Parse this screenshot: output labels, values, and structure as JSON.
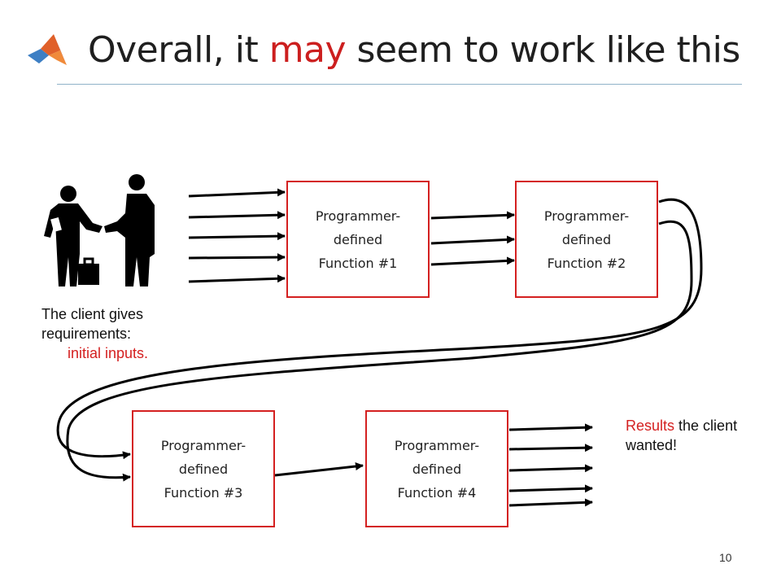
{
  "title": {
    "before": "Overall, it ",
    "highlight": "may",
    "after": " seem to work like this"
  },
  "logo": {
    "icon": "matlab-logo-icon"
  },
  "client_image": {
    "icon": "handshake-people-icon"
  },
  "functions": [
    {
      "line1": "Programmer-",
      "line2": "defined",
      "line3": "Function #1"
    },
    {
      "line1": "Programmer-",
      "line2": "defined",
      "line3": "Function #2"
    },
    {
      "line1": "Programmer-",
      "line2": "defined",
      "line3": "Function #3"
    },
    {
      "line1": "Programmer-",
      "line2": "defined",
      "line3": "Function #4"
    }
  ],
  "client_caption": {
    "line1": "The client gives",
    "line2": "requirements:",
    "red": "initial inputs."
  },
  "results_caption": {
    "red": "Results",
    "rest": " the client wanted!"
  },
  "page_number": "10",
  "colors": {
    "accent": "#d42020",
    "rule": "#8fb3c9",
    "text": "#1f1f1f"
  }
}
